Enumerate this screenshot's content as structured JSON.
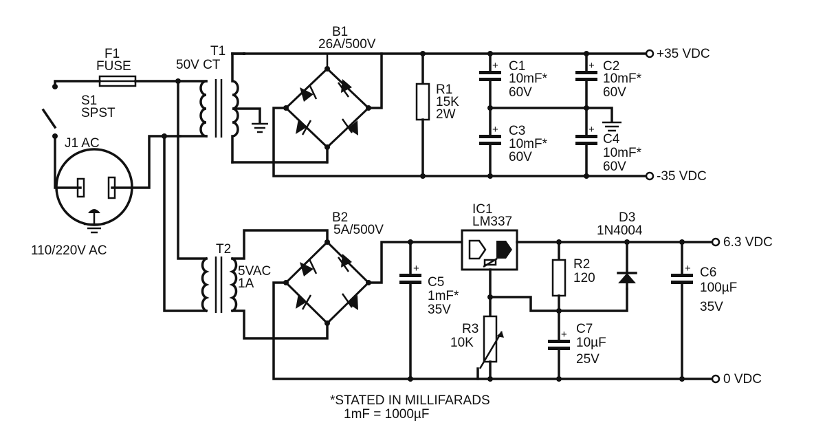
{
  "labels": {
    "f1": "F1",
    "fuse": "FUSE",
    "s1": "S1",
    "spst": "SPST",
    "j1": "J1  AC",
    "mains": "110/220V AC",
    "t1": "T1",
    "t1_spec": "50V CT",
    "t2": "T2",
    "t2_spec1": "5VAC",
    "t2_spec2": "1A",
    "b1": "B1",
    "b1_spec": "26A/500V",
    "b2": "B2",
    "b2_spec": "5A/500V",
    "r1": "R1",
    "r1_val": "15K",
    "r1_pow": "2W",
    "c1": "C1",
    "c1_val": "10mF*",
    "c1_v": "60V",
    "c2": "C2",
    "c2_val": "10mF*",
    "c2_v": "60V",
    "c3": "C3",
    "c3_val": "10mF*",
    "c3_v": "60V",
    "c4": "C4",
    "c4_val": "10mF*",
    "c4_v": "60V",
    "out_pos35": "+35 VDC",
    "out_neg35": "-35 VDC",
    "ic1": "IC1",
    "ic1_part": "LM337",
    "d3": "D3",
    "d3_part": "1N4004",
    "c5": "C5",
    "c5_val": "1mF*",
    "c5_v": "35V",
    "r2": "R2",
    "r2_val": "120",
    "r3": "R3",
    "r3_val": "10K",
    "c6": "C6",
    "c6_val": "100µF",
    "c6_v": "35V",
    "c7": "C7",
    "c7_val": "10µF",
    "c7_v": "25V",
    "out_63": "6.3 VDC",
    "out_0": "0 VDC",
    "note1": "*STATED IN MILLIFARADS",
    "note2": "1mF = 1000µF"
  }
}
